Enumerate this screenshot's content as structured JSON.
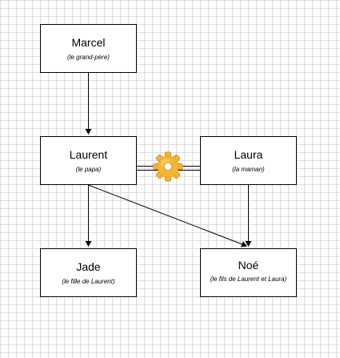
{
  "nodes": {
    "marcel": {
      "name": "Marcel",
      "role": "(le grand-père)"
    },
    "laurent": {
      "name": "Laurent",
      "role": "(le papa)"
    },
    "laura": {
      "name": "Laura",
      "role": "(la maman)"
    },
    "jade": {
      "name": "Jade",
      "role": "(le fille de Laurent)"
    },
    "noe": {
      "name": "Noé",
      "role": "(le fils de Laurent et Laura)"
    }
  },
  "edges": [
    {
      "from": "marcel",
      "to": "laurent"
    },
    {
      "from": "laurent",
      "to": "jade"
    },
    {
      "from": "laurent",
      "to": "noe"
    },
    {
      "from": "laura",
      "to": "noe"
    },
    {
      "from": "laurent",
      "to": "laura",
      "kind": "couple"
    }
  ],
  "icons": {
    "couple_link": "gear-icon"
  },
  "colors": {
    "line": "#000000",
    "gear": "#f3b533",
    "gear_dark": "#d98f10",
    "grid": "#dcdcdc"
  }
}
